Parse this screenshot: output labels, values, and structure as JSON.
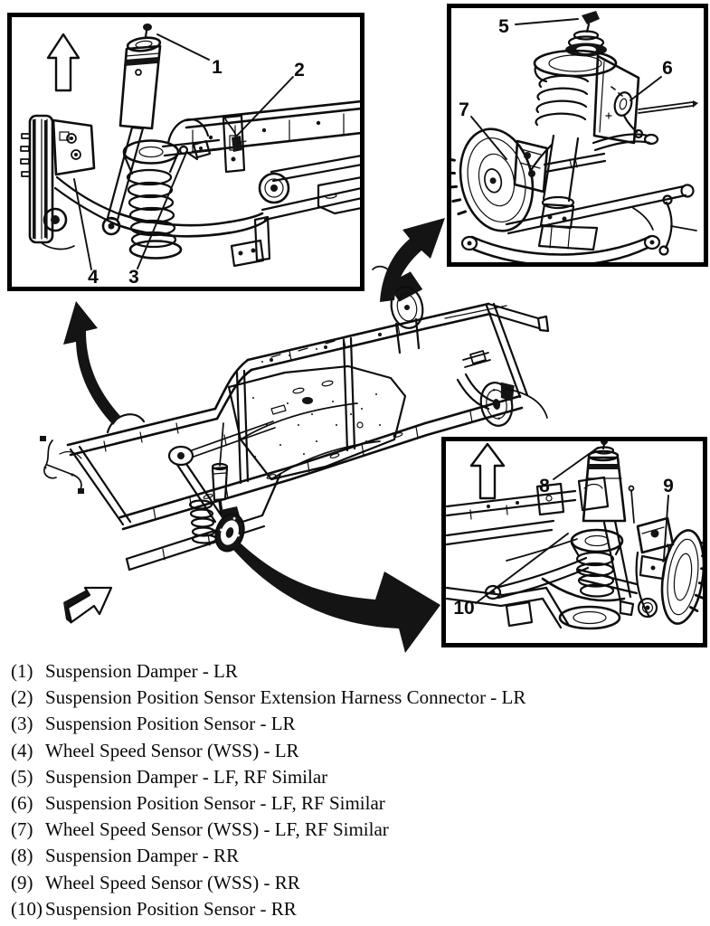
{
  "colors": {
    "ink": "#0d0d0d",
    "paper": "#ffffff",
    "border": "#000000"
  },
  "callouts": {
    "c1": "1",
    "c2": "2",
    "c3": "3",
    "c4": "4",
    "c5": "5",
    "c6": "6",
    "c7": "7",
    "c8": "8",
    "c9": "9",
    "c10": "10"
  },
  "legend": {
    "items": [
      {
        "num": "(1)",
        "label": "Suspension Damper - LR"
      },
      {
        "num": "(2)",
        "label": "Suspension Position Sensor Extension Harness Connector - LR"
      },
      {
        "num": "(3)",
        "label": "Suspension Position Sensor - LR"
      },
      {
        "num": "(4)",
        "label": "Wheel Speed Sensor (WSS) - LR"
      },
      {
        "num": "(5)",
        "label": "Suspension Damper - LF, RF Similar"
      },
      {
        "num": "(6)",
        "label": "Suspension Position Sensor - LF, RF Similar"
      },
      {
        "num": "(7)",
        "label": "Wheel Speed Sensor (WSS) - LF, RF Similar"
      },
      {
        "num": "(8)",
        "label": "Suspension Damper - RR"
      },
      {
        "num": "(9)",
        "label": "Wheel Speed Sensor (WSS) - RR"
      },
      {
        "num": "(10)",
        "label": "Suspension Position Sensor - RR"
      }
    ]
  }
}
